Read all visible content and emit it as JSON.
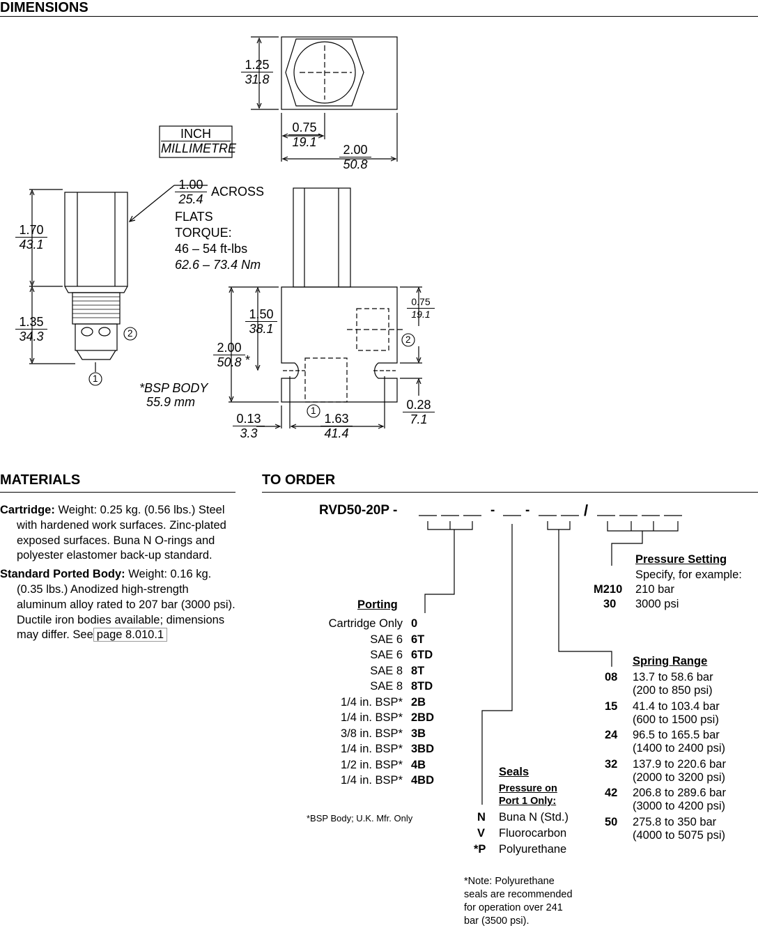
{
  "sections": {
    "dimensions": "DIMENSIONS",
    "materials": "MATERIALS",
    "to_order": "TO ORDER"
  },
  "drawing": {
    "unit_box": {
      "top": "INCH",
      "bottom": "MILLIMETRE"
    },
    "top_view": {
      "height": {
        "in": "1.25",
        "mm": "31.8"
      },
      "center": {
        "in": "0.75",
        "mm": "19.1"
      },
      "width": {
        "in": "2.00",
        "mm": "50.8"
      }
    },
    "cartridge": {
      "hex_height": {
        "in": "1.70",
        "mm": "43.1"
      },
      "thread_height": {
        "in": "1.35",
        "mm": "34.3"
      },
      "across_flats": {
        "in": "1.00",
        "mm": "25.4",
        "label1": "ACROSS",
        "label2": "FLATS"
      },
      "torque_label": "TORQUE:",
      "torque_ftlbs": "46 – 54 ft-lbs",
      "torque_nm": "62.6 – 73.4 Nm",
      "port1": "1",
      "port2": "2"
    },
    "body": {
      "port_height": {
        "in": "1.50",
        "mm": "38.1"
      },
      "body_height": {
        "in": "2.00",
        "mm": "50.8",
        "mark": "*"
      },
      "port2_offset": {
        "in": "0.75",
        "mm": "19.1"
      },
      "mount_offset": {
        "in": "0.28",
        "mm": "7.1"
      },
      "edge_offset": {
        "in": "0.13",
        "mm": "3.3"
      },
      "hole_spacing": {
        "in": "1.63",
        "mm": "41.4"
      },
      "bsp_note1": "*BSP BODY",
      "bsp_note2": "55.9 mm",
      "port1": "1",
      "port2": "2"
    }
  },
  "materials": {
    "cartridge_label": "Cartridge:",
    "cartridge_text": "Weight: 0.25 kg. (0.56 lbs.) Steel with hardened work surfaces. Zinc-plated exposed surfaces. Buna N O-rings and polyester elastomer back-up standard.",
    "body_label": "Standard Ported Body:",
    "body_text": "Weight: 0.16 kg. (0.35 lbs.) Anodized high-strength aluminum alloy rated to 207 bar (3000 psi). Ductile iron bodies available; dimensions may differ. See",
    "body_link": "page 8.010.1"
  },
  "order": {
    "model": "RVD50-20P -",
    "porting": {
      "title": "Porting",
      "options": [
        {
          "desc": "Cartridge Only",
          "code": "0"
        },
        {
          "desc": "SAE 6",
          "code": "6T"
        },
        {
          "desc": "SAE 6",
          "code": "6TD"
        },
        {
          "desc": "SAE 8",
          "code": "8T"
        },
        {
          "desc": "SAE 8",
          "code": "8TD"
        },
        {
          "desc": "1/4 in. BSP*",
          "code": "2B"
        },
        {
          "desc": "1/4 in. BSP*",
          "code": "2BD"
        },
        {
          "desc": "3/8 in. BSP*",
          "code": "3B"
        },
        {
          "desc": "1/4 in. BSP*",
          "code": "3BD"
        },
        {
          "desc": "1/2 in. BSP*",
          "code": "4B"
        },
        {
          "desc": "1/4 in. BSP*",
          "code": "4BD"
        }
      ],
      "footnote": "*BSP Body; U.K. Mfr. Only"
    },
    "seals": {
      "title": "Seals",
      "subtitle1": "Pressure on",
      "subtitle2": "Port 1 Only:",
      "options": [
        {
          "code": "N",
          "desc": "Buna N (Std.)"
        },
        {
          "code": "V",
          "desc": "Fluorocarbon"
        },
        {
          "code": "*P",
          "desc": "Polyurethane"
        }
      ],
      "note": [
        "*Note: Polyurethane",
        "seals are recommended",
        "for operation over 241",
        "bar (3500 psi)."
      ]
    },
    "spring": {
      "title": "Spring Range",
      "options": [
        {
          "code": "08",
          "bar": "13.7 to 58.6 bar",
          "psi": "(200 to 850 psi)"
        },
        {
          "code": "15",
          "bar": "41.4 to 103.4 bar",
          "psi": "(600 to 1500 psi)"
        },
        {
          "code": "24",
          "bar": "96.5 to 165.5 bar",
          "psi": "(1400 to 2400 psi)"
        },
        {
          "code": "32",
          "bar": "137.9 to 220.6 bar",
          "psi": "(2000 to 3200 psi)"
        },
        {
          "code": "42",
          "bar": "206.8 to 289.6 bar",
          "psi": "(3000 to 4200 psi)"
        },
        {
          "code": "50",
          "bar": "275.8 to 350 bar",
          "psi": "(4000 to 5075 psi)"
        }
      ]
    },
    "pressure": {
      "title": "Pressure Setting",
      "intro": "Specify, for example:",
      "examples": [
        {
          "code": "M210",
          "desc": "210 bar"
        },
        {
          "code": "30",
          "desc": "3000 psi"
        }
      ]
    }
  }
}
